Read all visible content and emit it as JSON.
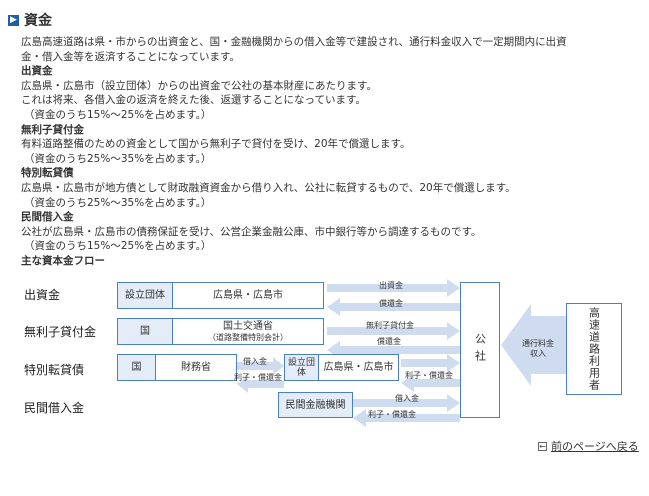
{
  "heading": {
    "marker": "▶",
    "title": "資金"
  },
  "intro": [
    "広島高速道路は県・市からの出資金と、国・金融機関からの借入金等で建設され、通行料金収入で一定期間内に出資",
    "金・借入金等を返済することになっています。"
  ],
  "sections": [
    {
      "title": "出資金",
      "lines": [
        "広島県・広島市（設立団体）からの出資金で公社の基本財産にあたります。",
        "これは将来、各借入金の返済を終えた後、返還することになっています。",
        "（資金のうち15%～25%を占めます。）"
      ]
    },
    {
      "title": "無利子貸付金",
      "lines": [
        "有料道路整備のための資金として国から無利子で貸付を受け、20年で償還します。",
        "（資金のうち25%～35%を占めます。）"
      ]
    },
    {
      "title": "特別転貸債",
      "lines": [
        "広島県・広島市が地方債として財政融資資金から借り入れ、公社に転貸するもので、20年で償還します。",
        "（資金のうち25%～35%を占めます。）"
      ]
    },
    {
      "title": "民間借入金",
      "lines": [
        "公社が広島県・広島市の債務保証を受け、公営企業金融公庫、市中銀行等から調達するものです。",
        "（資金のうち15%～25%を占めます。）"
      ]
    }
  ],
  "flow_title": "主な資本金フロー",
  "diagram": {
    "rows": {
      "r1": "出資金",
      "r2": "無利子貸付金",
      "r3": "特別転貸債",
      "r4": "民間借入金"
    },
    "box1": {
      "role": "設立団体",
      "name": "広島県・広島市"
    },
    "box2": {
      "role": "国",
      "name": "国土交通省",
      "sub": "（道路整備特別会計）"
    },
    "box3": {
      "role": "国",
      "name": "財務省"
    },
    "box4": {
      "role": "設立団体",
      "name": "広島県・広島市"
    },
    "box5": {
      "name": "民間金融機関"
    },
    "arrows": {
      "a1_top": "出資金",
      "a1_bot": "償還金",
      "a2_top": "無利子貸付金",
      "a2_bot": "償還金",
      "a3_top": "借入金",
      "a3_bot": "利子・償還金",
      "a3b_bot": "利子・償還金",
      "a4_top": "借入金",
      "a4_bot": "利子・償還金",
      "toll": "通行料金収入"
    },
    "kosha": "公社",
    "users": "高速道路利用者"
  },
  "back_link": {
    "icon": "←",
    "text": "前のページへ戻る"
  }
}
